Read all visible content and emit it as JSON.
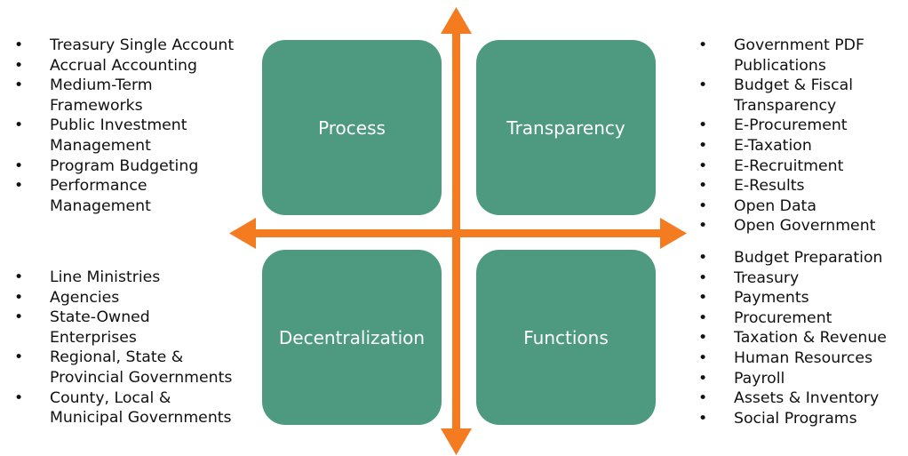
{
  "colors": {
    "box_fill": "#4e9a80",
    "arrow": "#f47b20",
    "box_text": "#ffffff"
  },
  "quadrants": {
    "top_left": {
      "label": "Process"
    },
    "top_right": {
      "label": "Transparency"
    },
    "bottom_left": {
      "label": "Decentralization"
    },
    "bottom_right": {
      "label": "Functions"
    }
  },
  "lists": {
    "top_left": [
      "Treasury Single Account",
      "Accrual Accounting",
      "Medium-Term\nFrameworks",
      "Public Investment\nManagement",
      "Program Budgeting",
      "Performance\nManagement"
    ],
    "bottom_left": [
      "Line Ministries",
      "Agencies",
      "State-Owned\nEnterprises",
      "Regional, State &\nProvincial Governments",
      "County, Local &\nMunicipal Governments"
    ],
    "top_right": [
      "Government PDF\nPublications",
      "Budget & Fiscal\nTransparency",
      "E-Procurement",
      "E-Taxation",
      "E-Recruitment",
      "E-Results",
      "Open Data",
      "Open Government"
    ],
    "bottom_right": [
      "Budget Preparation",
      "Treasury",
      "Payments",
      "Procurement",
      "Taxation & Revenue",
      "Human Resources",
      "Payroll",
      "Assets & Inventory",
      "Social Programs"
    ]
  }
}
